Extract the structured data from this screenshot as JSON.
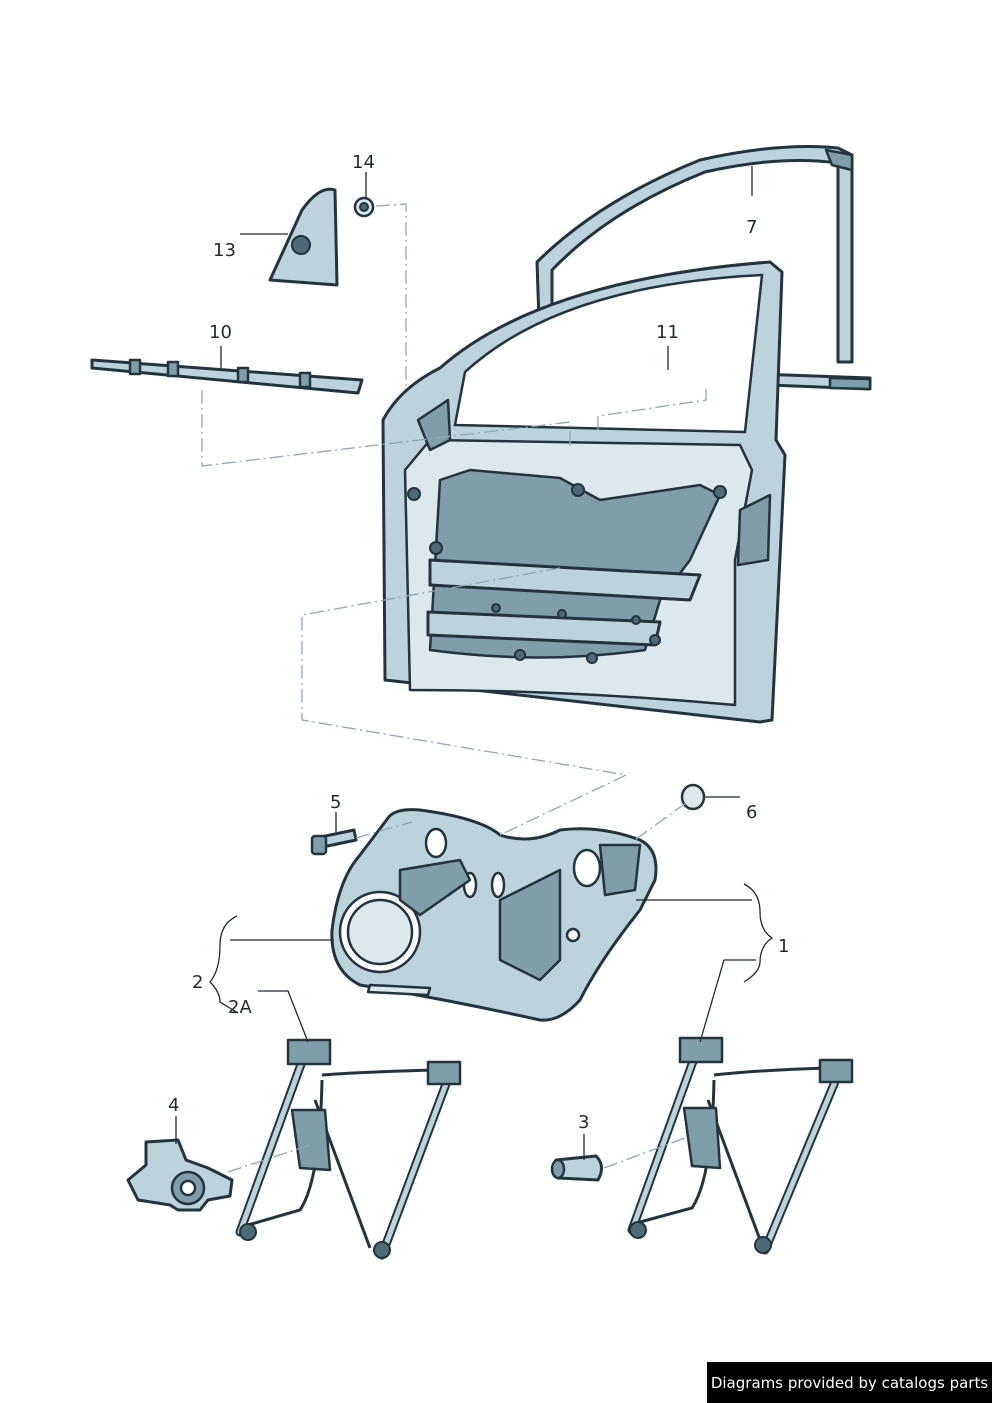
{
  "callouts": {
    "c1": "1",
    "c2": "2",
    "c2a": "2A",
    "c3": "3",
    "c4": "4",
    "c5": "5",
    "c6": "6",
    "c7": "7",
    "c10": "10",
    "c11": "11",
    "c13": "13",
    "c14": "14"
  },
  "credit": "Diagrams provided by catalogs parts",
  "colors": {
    "part_fill": "#bcd3db",
    "outline": "#24343c",
    "dash_line": "#8ea6b5",
    "credit_bg": "#000000",
    "credit_text": "#ffffff"
  }
}
